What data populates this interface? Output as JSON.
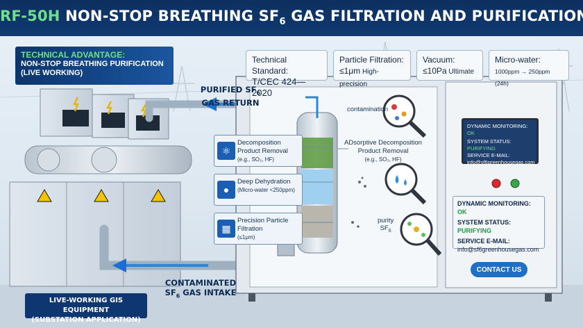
{
  "header": {
    "title_accent": "RF-50H",
    "title_pre": " NON-STOP BREATHING SF",
    "title_sub": "6",
    "title_post": " GAS FILTRATION AND PURIFICATION PROCESS"
  },
  "advantage": {
    "heading": "TECHNICAL ADVANTAGE:",
    "line1": "NON-STOP BREATHING PURIFICATION",
    "line2": "(LIVE WORKING)"
  },
  "specs": [
    {
      "label": "Technical Standard:",
      "value": "T/CEC 424—2020",
      "detail": ""
    },
    {
      "label": "Particle Filtration:",
      "value": "≤1μm",
      "detail": " High-precision"
    },
    {
      "label": "Vacuum:",
      "value": "≤10Pa",
      "detail": " Ultimate"
    },
    {
      "label": "Micro-water:",
      "value": "",
      "detail": "1000ppm → 250ppm (24h)"
    }
  ],
  "return_label": {
    "line1": "PURIFIED SF",
    "sub": "6",
    "line2": "GAS RETURN"
  },
  "intake_label": {
    "line1": "CONTAMINATED",
    "pre": "SF",
    "sub": "6",
    "line2": " GAS INTAKE"
  },
  "steps": [
    {
      "title": "Decomposition Product Removal",
      "detail": "(e.g., SO₂, HF)"
    },
    {
      "title": "Deep Dehydration",
      "detail": "(Micro-water <250ppm)"
    },
    {
      "title": "Precision Particle Filtration",
      "detail": "(≤1μm)"
    }
  ],
  "notes": {
    "contamination": "contamination",
    "adsorptive_title": "ADsorptive Decomposition Product Removal",
    "adsorptive_detail": "(e.g., SO₃, HF)",
    "purity": "purity",
    "purity_sf": "SF",
    "purity_sub": "6"
  },
  "monitor": {
    "line1_label": "DYNAMIC MONITORING:",
    "line1_status": "OK",
    "line2_label": "SYSTEM STATUS:",
    "line2_status": "PURIFYING",
    "line3_label": "SERVICE E-MAIL:",
    "email": "info@sf6greenhousegas.com"
  },
  "panel": {
    "line1_label": "DYNAMIC MONITORING:",
    "line1_status": "OK",
    "line2_label": "SYSTEM STATUS:",
    "line2_status": "PURIFYING",
    "line3_label": "SERVICE E-MAIL:",
    "email": "info@sf6greenhousegas.com"
  },
  "contact_button": "CONTACT US",
  "gis_label": {
    "line1": "LIVE-WORKING GIS EQUIPMENT",
    "line2": "(SUBSTATION APPLICATION)"
  },
  "colors": {
    "accent_green": "#6fe08a",
    "header_blue": "#0d2f5e",
    "pipe_blue": "#2a86d6",
    "button_blue": "#1f6fc4"
  }
}
